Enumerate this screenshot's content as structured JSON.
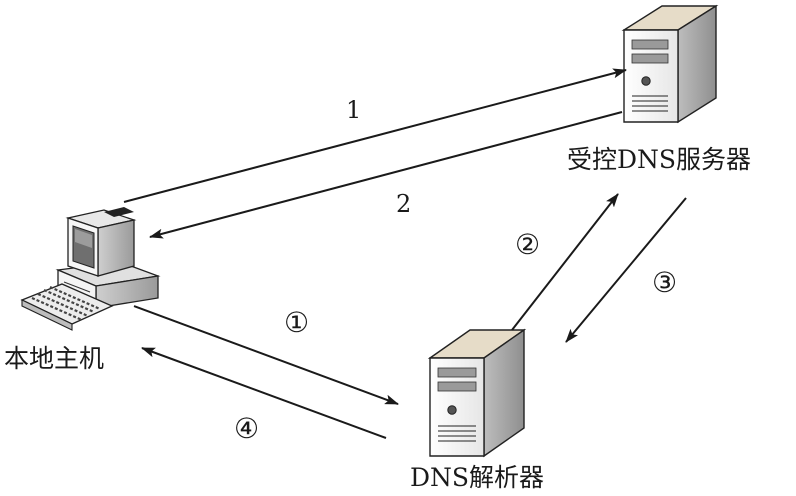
{
  "nodes": {
    "controlled_server": {
      "label": "受控DNS服务器"
    },
    "local_host": {
      "label": "本地主机"
    },
    "resolver": {
      "label": "DNS解析器"
    }
  },
  "arrows": [
    {
      "id": "a1",
      "label": "1",
      "from": "local_host",
      "to": "controlled_server"
    },
    {
      "id": "a2",
      "label": "2",
      "from": "controlled_server",
      "to": "local_host"
    },
    {
      "id": "a3",
      "label": "①",
      "from": "local_host",
      "to": "resolver"
    },
    {
      "id": "a4",
      "label": "②",
      "from": "resolver",
      "to": "controlled_server"
    },
    {
      "id": "a5",
      "label": "③",
      "from": "controlled_server",
      "to": "resolver"
    },
    {
      "id": "a6",
      "label": "④",
      "from": "resolver",
      "to": "local_host"
    }
  ]
}
